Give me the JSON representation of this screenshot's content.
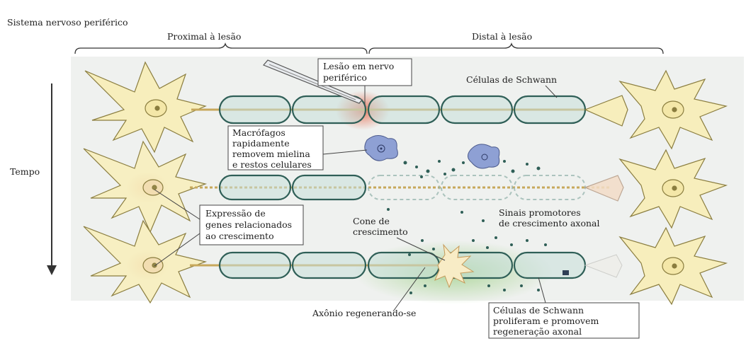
{
  "title": "Sistema nervoso periférico",
  "regions": {
    "proximal": "Proximal à lesão",
    "distal": "Distal à lesão"
  },
  "axis": {
    "label": "Tempo"
  },
  "callouts": {
    "lesion": [
      "Lesão em nervo",
      "periférico"
    ],
    "schwann": "Células de Schwann",
    "macrophages": [
      "Macrófagos",
      "rapidamente",
      "removem mielina",
      "e restos celulares"
    ],
    "gene_expression": [
      "Expressão de",
      "genes relacionados",
      "ao crescimento"
    ],
    "growth_cone": [
      "Cone de",
      "crescimento"
    ],
    "growth_signals": [
      "Sinais promotores",
      "de crescimento axonal"
    ],
    "regenerating_axon": "Axônio regenerando-se",
    "schwann_proliferate": [
      "Células de Schwann",
      "proliferam e promovem",
      "regeneração axonal"
    ]
  },
  "colors": {
    "neuron_fill": "#f7eebc",
    "neuron_stroke": "#8a7d3f",
    "myelin_fill": "#c7ded8",
    "myelin_stroke": "#2f5f57",
    "lesion_glow": "#e88a6a",
    "macrophage_fill": "#8ea0d4",
    "background_band": "#eef0ee",
    "regeneration_glow": "#bcdcaa",
    "nucleus_glow": "#d97b6a"
  },
  "icons": {
    "arrow": "down-arrow-icon",
    "scalpel": "scalpel-icon"
  }
}
